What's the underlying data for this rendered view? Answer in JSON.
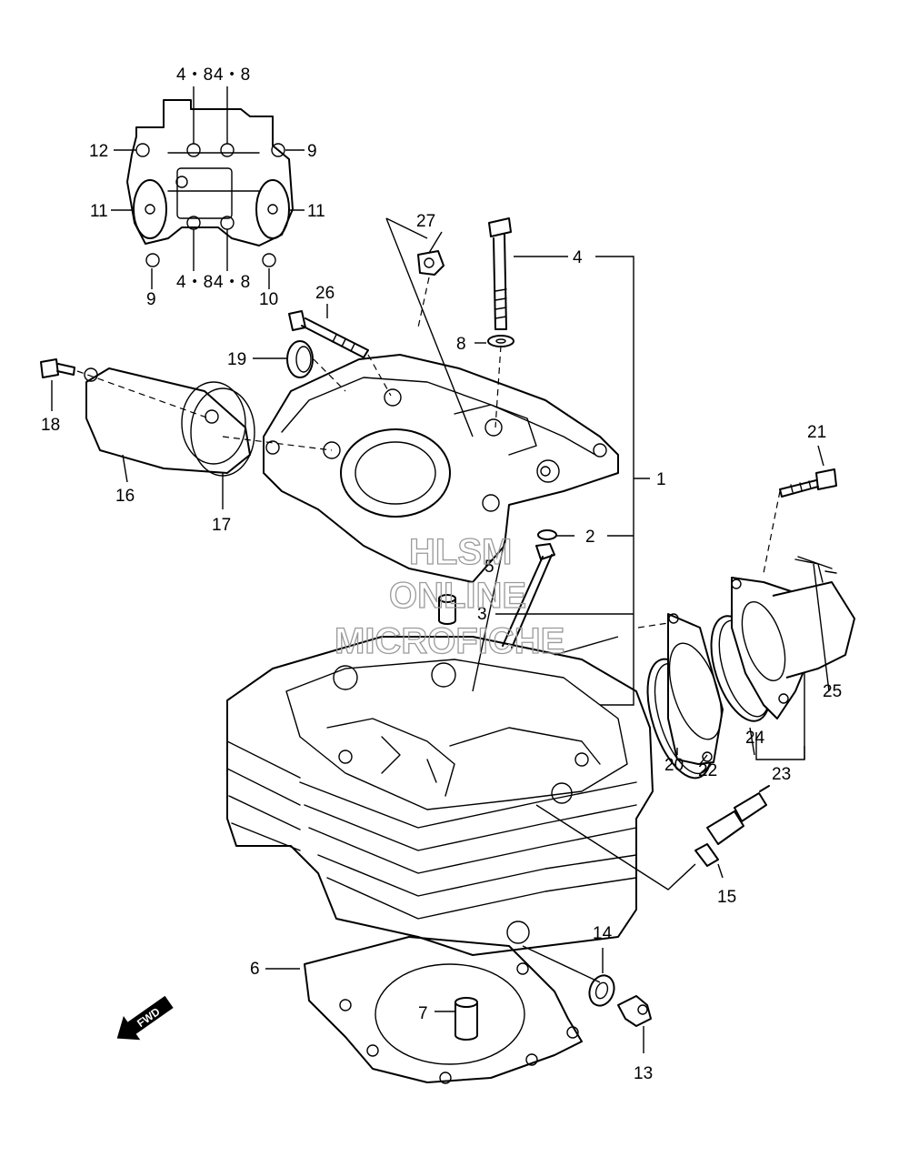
{
  "diagram": {
    "callouts": {
      "c1": "1",
      "c2": "2",
      "c3": "3",
      "c4": "4",
      "c5": "5",
      "c6": "6",
      "c7": "7",
      "c8": "8",
      "c9a": "9",
      "c9b": "9",
      "c10": "10",
      "c11a": "11",
      "c11b": "11",
      "c12": "12",
      "c13": "13",
      "c14": "14",
      "c15": "15",
      "c16": "16",
      "c17": "17",
      "c18": "18",
      "c19": "19",
      "c20": "20",
      "c21": "21",
      "c22": "22",
      "c23": "23",
      "c24": "24",
      "c25": "25",
      "c26": "26",
      "c27": "27",
      "c48a": "4・8",
      "c48b": "4・8",
      "c48c": "4・8",
      "c48d": "4・8"
    },
    "fwd_label": "FWD",
    "watermark": {
      "line1": "HLSM",
      "line2": "ONLINE",
      "line3": "MICROFICHE"
    }
  }
}
